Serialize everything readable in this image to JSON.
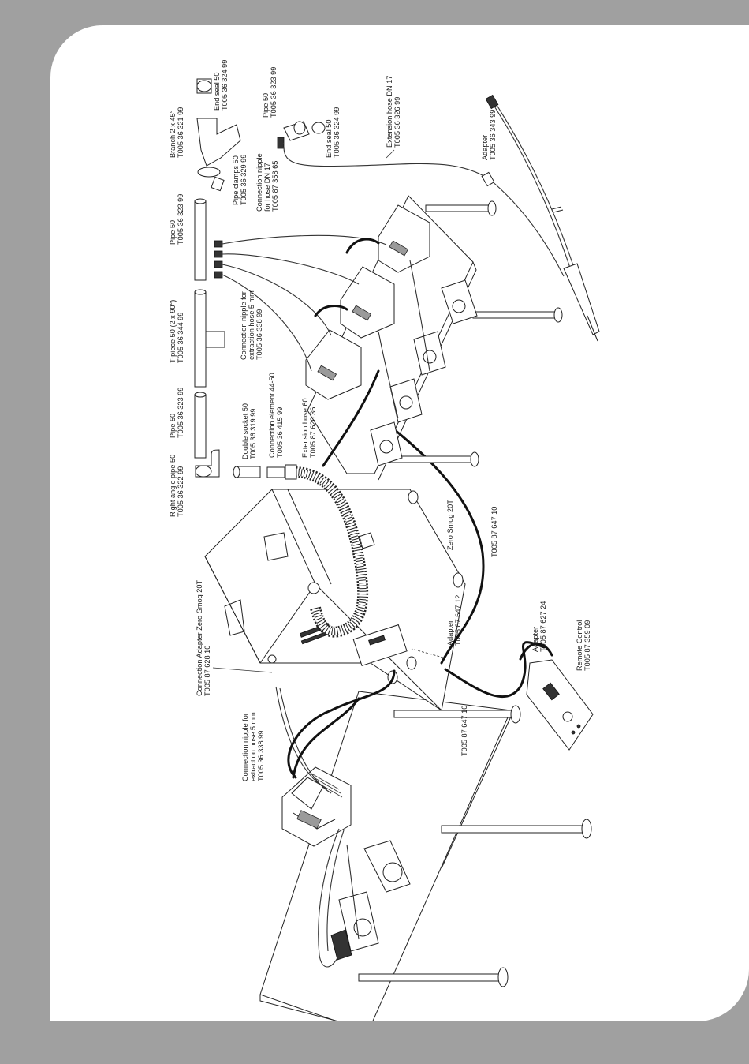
{
  "labels": {
    "end_seal_top": [
      "End seal 50",
      "T005 36 324 99"
    ],
    "branch": [
      "Branch 2 x 45°",
      "T005 36 321 99"
    ],
    "pipe50_extension": [
      "Pipe 50",
      "T005 36 323 99"
    ],
    "extension_hose_dn17": [
      "Extension hose DN 17",
      "T005 36 326 99"
    ],
    "end_seal_mid": [
      "End seal 50",
      "T005 36 324 99"
    ],
    "adapter_top": [
      "Adapter",
      "T005 36 343 99"
    ],
    "pipe_clamps": [
      "Pipe clamps 50",
      "T005 36 329 99"
    ],
    "nipple_dn17": [
      "Connection nipple",
      "for hose DN 17",
      "T005 87 358 65"
    ],
    "pipe50_a": [
      "Pipe 50",
      "T005 36 323 99"
    ],
    "t_piece": [
      "T-piece 50 (2 x 90°)",
      "T005 36 344 99"
    ],
    "nipple_5mm_top": [
      "Connection nipple for",
      "extraction hose 5 mm",
      "T005 36 338 99"
    ],
    "pipe50_b": [
      "Pipe 50",
      "T005 36 323 99"
    ],
    "double_socket": [
      "Double socket 50",
      "T005 36 319 99"
    ],
    "right_angle_pipe": [
      "Right angle pipe 50",
      "T005 36 322 99"
    ],
    "connection_element": [
      "Connection element 44-50",
      "T005 36 415 99"
    ],
    "extension_hose_60": [
      "Extension hose 60",
      "T005 87 620 36"
    ],
    "zero_smog": [
      "Zero Smog 20T"
    ],
    "cable_top": [
      "T005 87 647 10"
    ],
    "connection_adapter": [
      "Connection Adapter Zero Smog 20T",
      "T005 87 628 10"
    ],
    "adapter_mid": [
      "Adapter",
      "T005 87 647 12"
    ],
    "adapter_remote": [
      "Adapter",
      "T005 87 627 24"
    ],
    "remote_control": [
      "Remote Control",
      "T005 87 359 09"
    ],
    "nipple_5mm_left": [
      "Connection nipple for",
      "extraction hose 5 mm",
      "T005 36 338 99"
    ],
    "cable_bottom": [
      "T005 87 647 10"
    ]
  },
  "colors": {
    "background": "#a0a0a0",
    "sheet": "#ffffff",
    "ink": "#1a1a1a"
  }
}
